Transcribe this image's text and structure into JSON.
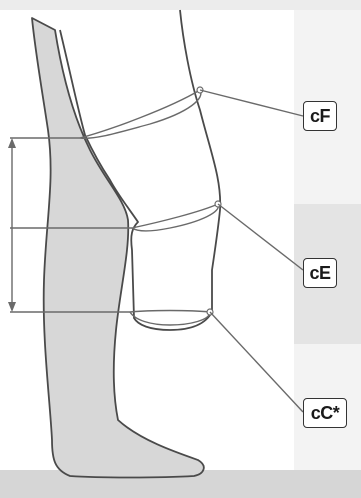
{
  "diagram": {
    "labels": {
      "cF": "cF",
      "cE": "cE",
      "cC": "cC*"
    },
    "colors": {
      "leg_fill": "#d7d7d7",
      "outline": "#4a4a4a",
      "panel_light": "#f3f3f3",
      "panel_mid": "#e4e4e4",
      "bottom_strip": "#d6d6d6"
    }
  }
}
